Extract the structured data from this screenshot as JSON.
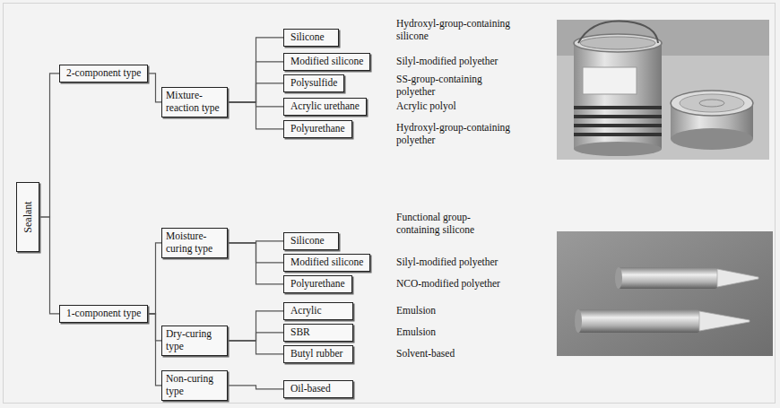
{
  "diagram": {
    "nodes": [
      {
        "text": [
          "Sealant"
        ]
      },
      {
        "text": [
          "2-component type"
        ]
      },
      {
        "text": [
          "Mixture-reaction type"
        ]
      },
      {
        "text": [
          "Silicone"
        ]
      },
      {
        "text": [
          "Modified silicone"
        ]
      },
      {
        "text": [
          "Polysulfide"
        ]
      },
      {
        "text": [
          "Acrylic urethane"
        ]
      },
      {
        "text": [
          "Polyurethane"
        ]
      },
      {
        "text": [
          "1-component type"
        ]
      },
      {
        "text": [
          "Moisture-curing type"
        ]
      },
      {
        "text": [
          "Dry-curing type"
        ]
      },
      {
        "text": [
          "Non-curing type"
        ]
      },
      {
        "text": [
          "Silicone"
        ]
      },
      {
        "text": [
          "Modified silicone"
        ]
      },
      {
        "text": [
          "Polyurethane"
        ]
      },
      {
        "text": [
          "Acrylic"
        ]
      },
      {
        "text": [
          "SBR"
        ]
      },
      {
        "text": [
          "Butyl rubber"
        ]
      },
      {
        "text": [
          "Oil-based"
        ]
      }
    ],
    "edges": [
      {
        "from": 0,
        "to": 1,
        "arrow": "none"
      },
      {
        "from": 0,
        "to": 8,
        "arrow": "none"
      },
      {
        "from": 1,
        "to": 2,
        "arrow": "none"
      },
      {
        "from": 2,
        "to": 3,
        "arrow": "none"
      },
      {
        "from": 2,
        "to": 4,
        "arrow": "none"
      },
      {
        "from": 2,
        "to": 5,
        "arrow": "none"
      },
      {
        "from": 2,
        "to": 6,
        "arrow": "none"
      },
      {
        "from": 2,
        "to": 7,
        "arrow": "none"
      },
      {
        "from": 8,
        "to": 9,
        "arrow": "none"
      },
      {
        "from": 8,
        "to": 10,
        "arrow": "none"
      },
      {
        "from": 8,
        "to": 11,
        "arrow": "none"
      },
      {
        "from": 9,
        "to": 12,
        "arrow": "none"
      },
      {
        "from": 9,
        "to": 13,
        "arrow": "none"
      },
      {
        "from": 9,
        "to": 14,
        "arrow": "none"
      },
      {
        "from": 10,
        "to": 15,
        "arrow": "none"
      },
      {
        "from": 10,
        "to": 16,
        "arrow": "none"
      },
      {
        "from": 10,
        "to": 17,
        "arrow": "none"
      },
      {
        "from": 11,
        "to": 18,
        "arrow": "none"
      }
    ],
    "labels": [
      "Hydroxyl-group-containing silicone",
      "Silyl-modified polyether",
      "SS-group-containing polyether",
      "Acrylic polyol",
      "Hydroxyl-group-containing polyether",
      "Functional group-containing silicone",
      "Silyl-modified polyether",
      "NCO-modified polyether",
      "Emulsion",
      "Emulsion",
      "Solvent-based"
    ]
  }
}
